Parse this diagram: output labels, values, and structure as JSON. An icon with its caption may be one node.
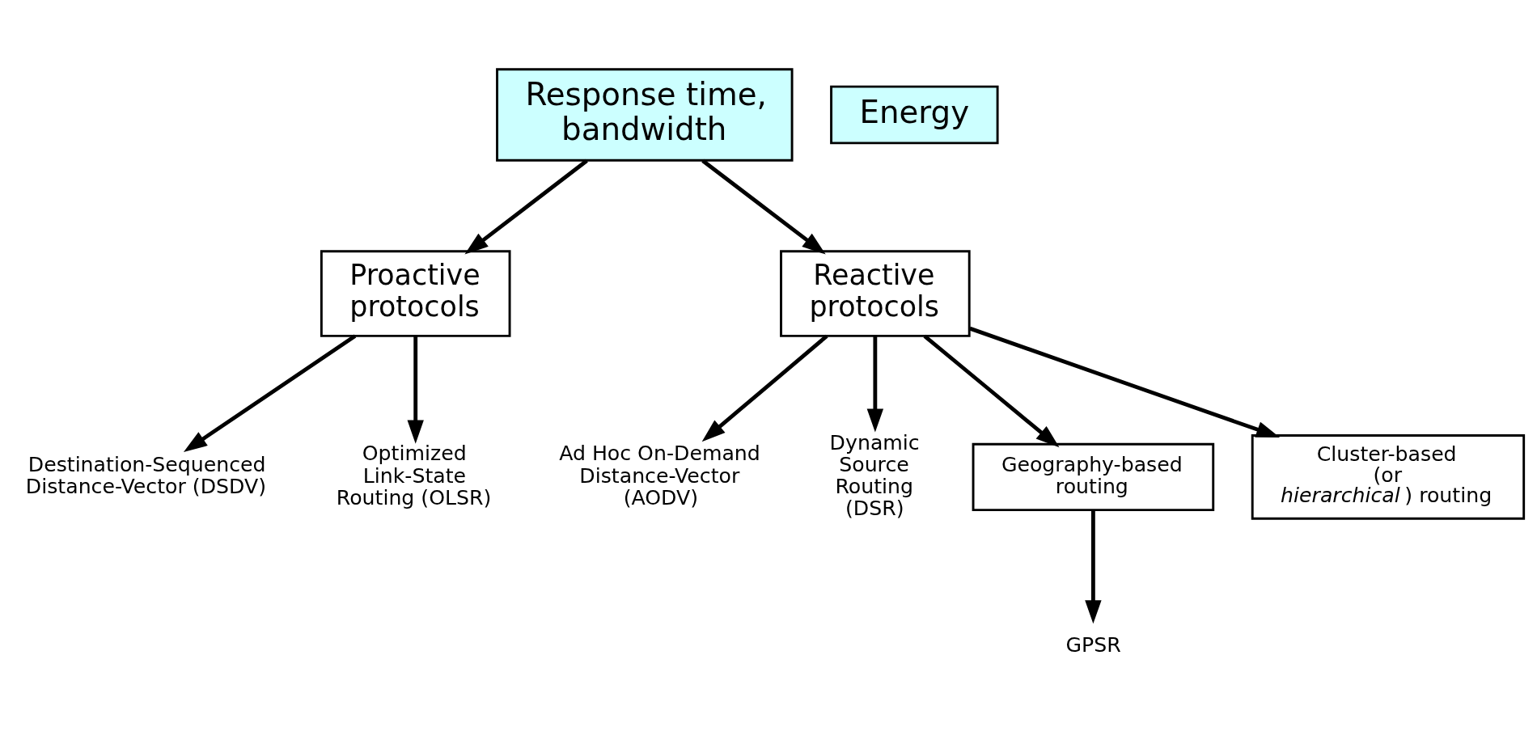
{
  "diagram": {
    "nodes": [
      {
        "text": [
          "Response time, bandwidth"
        ]
      },
      {
        "text": [
          "Energy"
        ]
      },
      {
        "text": [
          "Proactive protocols"
        ]
      },
      {
        "text": [
          "Reactive protocols"
        ]
      },
      {
        "text": [
          "Destination-Sequenced Distance-Vector (DSDV)"
        ]
      },
      {
        "text": [
          "Optimized Link-State Routing (OLSR)"
        ]
      },
      {
        "text": [
          "Ad Hoc On-Demand Distance-Vector (AODV)"
        ]
      },
      {
        "text": [
          "Dynamic Source Routing (DSR)"
        ]
      },
      {
        "text": [
          "Geography-based routing"
        ]
      },
      {
        "text": [
          "Cluster-based (or *hierarchical*) routing"
        ]
      },
      {
        "text": [
          "GPSR"
        ]
      }
    ],
    "edges": [
      {
        "from": 0,
        "to": 2,
        "arrow": "to"
      },
      {
        "from": 0,
        "to": 3,
        "arrow": "to"
      },
      {
        "from": 2,
        "to": 4,
        "arrow": "to"
      },
      {
        "from": 2,
        "to": 5,
        "arrow": "to"
      },
      {
        "from": 3,
        "to": 6,
        "arrow": "to"
      },
      {
        "from": 3,
        "to": 7,
        "arrow": "to"
      },
      {
        "from": 3,
        "to": 8,
        "arrow": "to"
      },
      {
        "from": 3,
        "to": 9,
        "arrow": "to"
      },
      {
        "from": 8,
        "to": 10,
        "arrow": "to"
      }
    ]
  }
}
